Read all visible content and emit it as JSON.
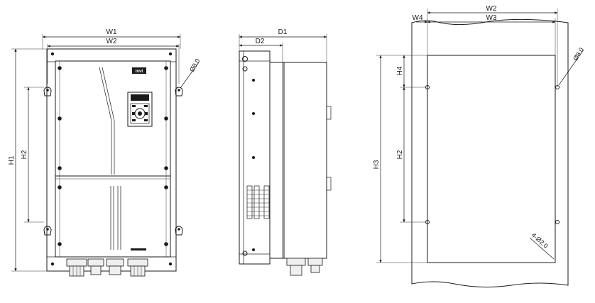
{
  "front_view": {
    "width_overall": "W1",
    "width_mounting": "W2",
    "height_overall": "H1",
    "height_mounting": "H2",
    "hole_diameter": "Ø9.0",
    "brand_logo": "invt"
  },
  "side_view": {
    "depth_overall": "D1",
    "depth_partial": "D2"
  },
  "mounting_cutout": {
    "width_overall": "W2",
    "width_inner": "W3",
    "offset": "W4",
    "height_overall": "H3",
    "height_mounting": "H2",
    "top_offset": "H4",
    "hole_diameter": "Ø8.0",
    "holes": "4-Ø2.0"
  }
}
